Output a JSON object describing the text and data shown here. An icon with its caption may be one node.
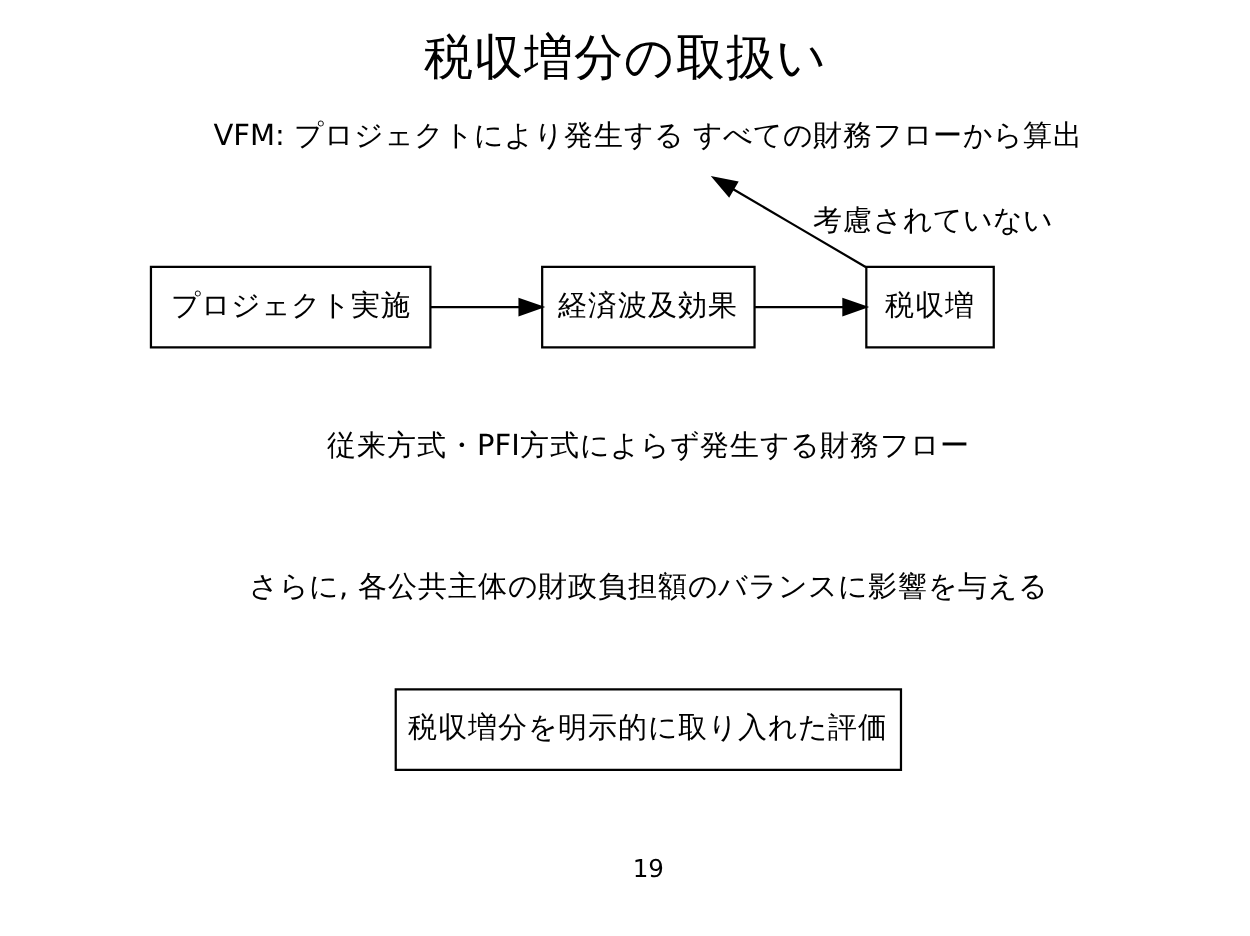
{
  "diagram": {
    "title": "税収増分の取扱い",
    "nodes": [
      {
        "text": [
          "VFM: プロジェクトにより発生する すべての財務フローから算出"
        ]
      },
      {
        "text": [
          "プロジェクト実施"
        ]
      },
      {
        "text": [
          "経済波及効果"
        ]
      },
      {
        "text": [
          "税収増"
        ]
      },
      {
        "text": [
          "税収増分を明示的に取り入れた評価"
        ]
      }
    ],
    "edges": [
      {
        "from": 1,
        "to": 2,
        "arrow": "to"
      },
      {
        "from": 2,
        "to": 3,
        "arrow": "to"
      },
      {
        "from": 3,
        "to": 0,
        "arrow": "to",
        "label": "考慮されていない"
      }
    ],
    "labels": [
      "従来方式・PFI方式によらず発生する財務フロー",
      "さらに, 各公共主体の財政負担額のバランスに影響を与える",
      "19"
    ]
  }
}
